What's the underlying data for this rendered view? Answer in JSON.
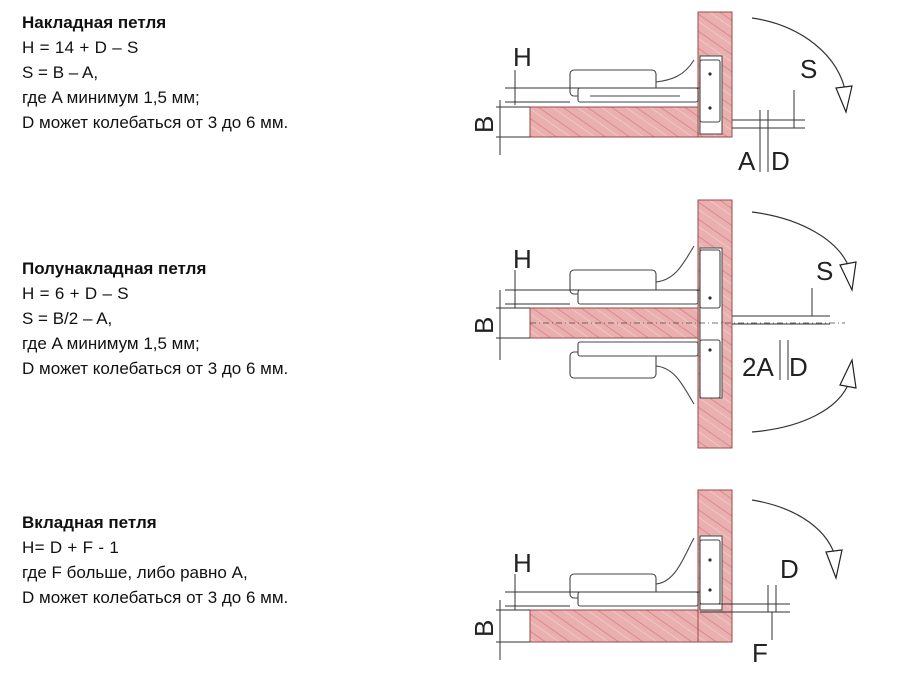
{
  "blocks": [
    {
      "title": "Накладная петля",
      "lines": [
        "H = 14 + D – S",
        "S = B – A,",
        "где A минимум 1,5 мм;",
        "D может колебаться от 3 до 6 мм."
      ]
    },
    {
      "title": "Полунакладная петля",
      "lines": [
        "H = 6 + D – S",
        "S = B/2 – A,",
        "где A минимум 1,5 мм;",
        "D может колебаться от 3 до 6 мм."
      ]
    },
    {
      "title": "Вкладная петля",
      "lines": [
        "H= D + F - 1",
        "где F больше, либо равно A,",
        "D может колебаться от 3 до 6 мм."
      ]
    }
  ],
  "dims": {
    "d1": {
      "H": "H",
      "B": "B",
      "S": "S",
      "A": "A",
      "D": "D"
    },
    "d2": {
      "H": "H",
      "B": "B",
      "S": "S",
      "A2": "2A",
      "D": "D"
    },
    "d3": {
      "H": "H",
      "B": "B",
      "D": "D",
      "F": "F"
    }
  },
  "colors": {
    "wood": "#e8a3a3",
    "wood_edge": "#9a4a4a",
    "line": "#333333"
  }
}
